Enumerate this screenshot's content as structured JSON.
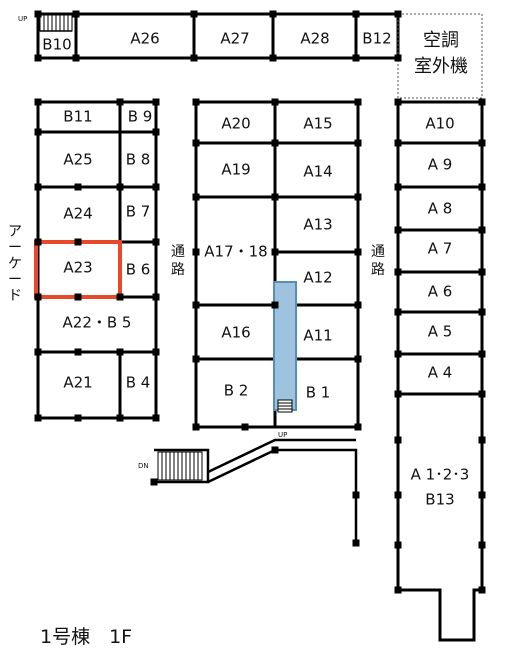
{
  "building_title": "1号棟　1F",
  "ac_unit_label_line1": "空調",
  "ac_unit_label_line2": "室外機",
  "passage_left": [
    "通",
    "路"
  ],
  "passage_right": [
    "通",
    "路"
  ],
  "arcade": [
    "ア",
    "ー",
    "ケ",
    "ー",
    "ド"
  ],
  "stairs": {
    "up_top": "UP",
    "up_center": "UP",
    "down": "DN"
  },
  "highlighted_unit": "A23",
  "colors": {
    "highlight": "#e8492a",
    "escalator": "#9ec3df",
    "escalator_border": "#5a8db5"
  },
  "units": {
    "B10": "B10",
    "A26": "A26",
    "A27": "A27",
    "A28": "A28",
    "B12": "B12",
    "B11": "B11",
    "B9": "B 9",
    "A25": "A25",
    "B8": "B 8",
    "A24": "A24",
    "B7": "B 7",
    "A23": "A23",
    "B6": "B 6",
    "A22B5": "A22・B 5",
    "A21": "A21",
    "B4": "B 4",
    "A20": "A20",
    "A15": "A15",
    "A19": "A19",
    "A14": "A14",
    "A13": "A13",
    "A1718": "A17・18",
    "A12": "A12",
    "A16": "A16",
    "A11": "A11",
    "B2": "B 2",
    "B1": "B 1",
    "A10": "A10",
    "A9": "A 9",
    "A8": "A 8",
    "A7": "A 7",
    "A6": "A 6",
    "A5": "A 5",
    "A4": "A 4",
    "A123": "A 1･2･3",
    "B13": "B13"
  }
}
